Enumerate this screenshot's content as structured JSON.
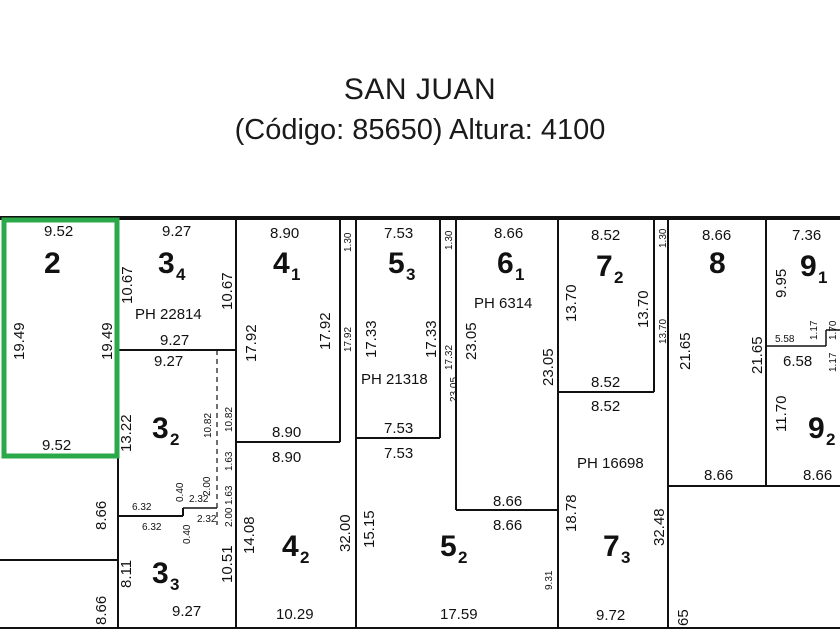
{
  "header": {
    "street": "SAN JUAN",
    "subtitle": "(Código: 85650) Altura: 4100"
  },
  "highlight_color": "#2aa84a",
  "lots": [
    {
      "num": "2",
      "sub": ""
    },
    {
      "num": "3",
      "sub": "4"
    },
    {
      "num": "3",
      "sub": "2"
    },
    {
      "num": "3",
      "sub": "3"
    },
    {
      "num": "4",
      "sub": "1"
    },
    {
      "num": "4",
      "sub": "2"
    },
    {
      "num": "5",
      "sub": "3"
    },
    {
      "num": "5",
      "sub": "2"
    },
    {
      "num": "6",
      "sub": "1"
    },
    {
      "num": "7",
      "sub": "2"
    },
    {
      "num": "7",
      "sub": "3"
    },
    {
      "num": "8",
      "sub": ""
    },
    {
      "num": "9",
      "sub": "1"
    },
    {
      "num": "9",
      "sub": "2"
    }
  ],
  "ph_labels": [
    "PH 22814",
    "PH 21318",
    "PH 6314",
    "PH 16698"
  ],
  "dims": [
    "9.52",
    "19.49",
    "19.49",
    "9.52",
    "9.27",
    "10.67",
    "10.67",
    "9.27",
    "9.27",
    "13.22",
    "10.82",
    "10.82",
    "1.63",
    "2.00",
    "2.32",
    "2.32",
    "0.40",
    "0.40",
    "1.63",
    "2.00",
    "6.32",
    "6.32",
    "8.66",
    "8.11",
    "10.51",
    "9.27",
    "8.66",
    "8.90",
    "17.92",
    "17.92",
    "17.92",
    "1.30",
    "8.90",
    "8.90",
    "14.08",
    "32.00",
    "10.29",
    "7.53",
    "17.33",
    "17.33",
    "17.32",
    "1.30",
    "7.53",
    "7.53",
    "15.15",
    "17.59",
    "8.66",
    "23.05",
    "23.05",
    "23.05",
    "8.66",
    "8.66",
    "9.31",
    "8.52",
    "13.70",
    "13.70",
    "13.70",
    "1.30",
    "8.52",
    "8.52",
    "18.78",
    "32.48",
    "9.72",
    "8.66",
    "21.65",
    "21.65",
    "8.66",
    "65",
    "7.36",
    "9.95",
    "5.58",
    "6.58",
    "1.17",
    "1.17",
    "11.70",
    "8.66",
    "1.70"
  ]
}
